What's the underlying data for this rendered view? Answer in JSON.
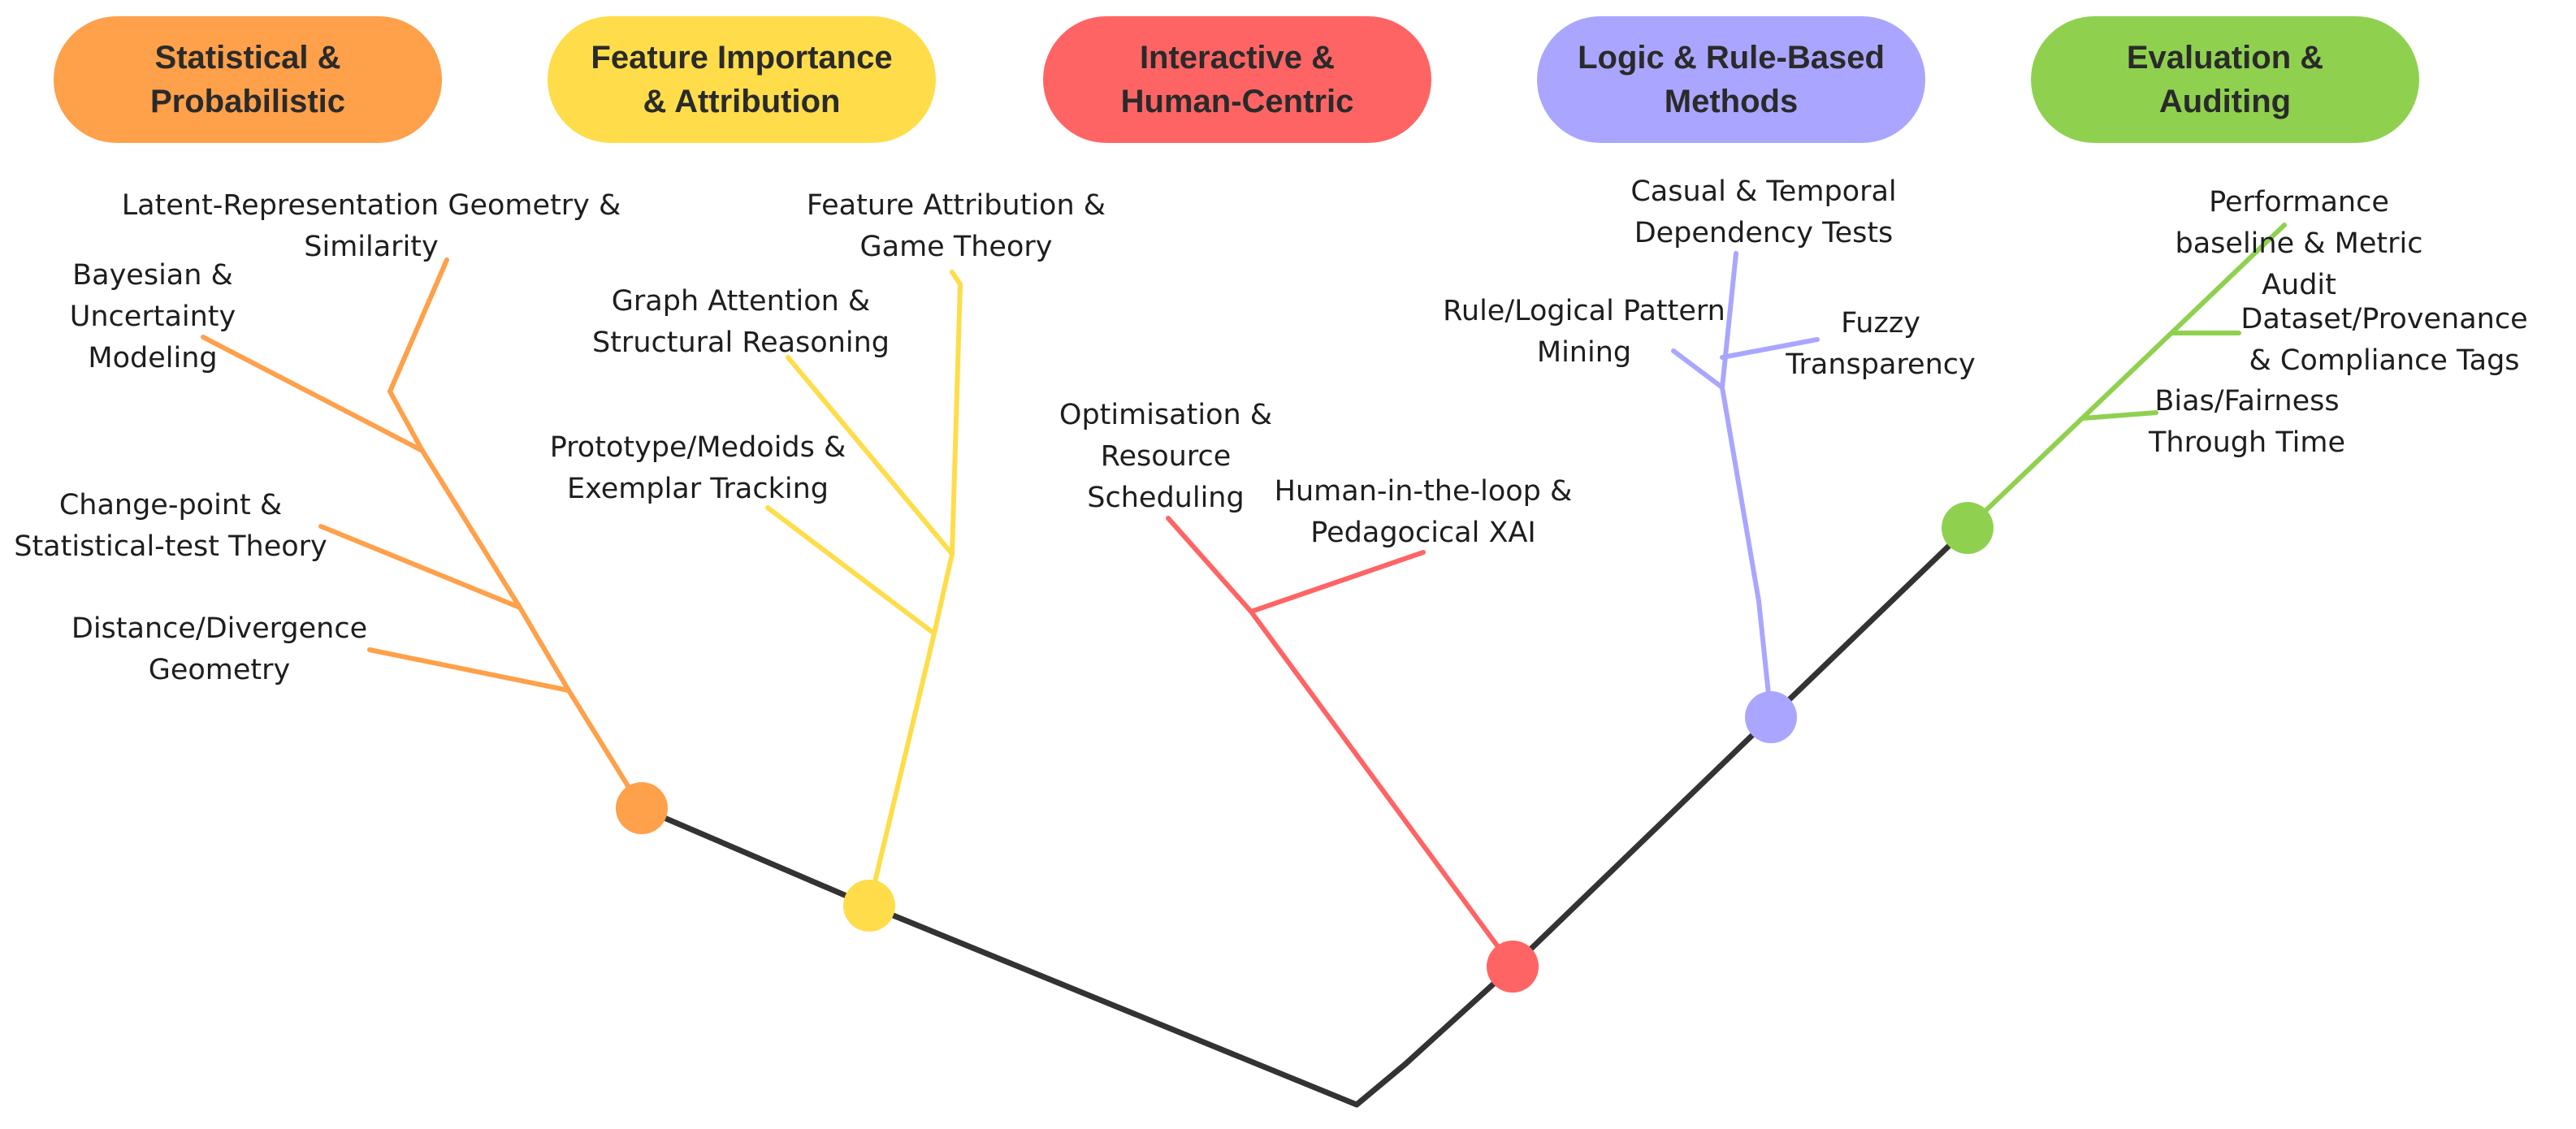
{
  "categories": [
    {
      "id": "stat",
      "title": "Statistical &\nProbabilistic",
      "color": "#FFA04A",
      "branches": [
        "Latent-Representation Geometry &\nSimilarity",
        "Bayesian &\nUncertainty\nModeling",
        "Change-point &\nStatistical-test Theory",
        "Distance/Divergence\nGeometry"
      ]
    },
    {
      "id": "feat",
      "title": "Feature Importance\n& Attribution",
      "color": "#FFDD4A",
      "branches": [
        "Feature Attribution &\nGame Theory",
        "Graph Attention &\nStructural Reasoning",
        "Prototype/Medoids &\nExemplar Tracking"
      ]
    },
    {
      "id": "inter",
      "title": "Interactive &\nHuman-Centric",
      "color": "#FF6464",
      "branches": [
        "Optimisation &\nResource\nScheduling",
        "Human-in-the-loop &\nPedagocical XAI"
      ]
    },
    {
      "id": "logic",
      "title": "Logic & Rule-Based\nMethods",
      "color": "#AAA6FF",
      "branches": [
        "Casual & Temporal\nDependency Tests",
        "Rule/Logical Pattern\nMining",
        "Fuzzy\nTransparency"
      ]
    },
    {
      "id": "eval",
      "title": "Evaluation &\nAuditing",
      "color": "#8FD14F",
      "branches": [
        "Performance baseline & Metric Audit",
        "Dataset/Provenance\n& Compliance Tags",
        "Bias/Fairness\nThrough Time"
      ]
    }
  ],
  "trunk_color": "#333333"
}
